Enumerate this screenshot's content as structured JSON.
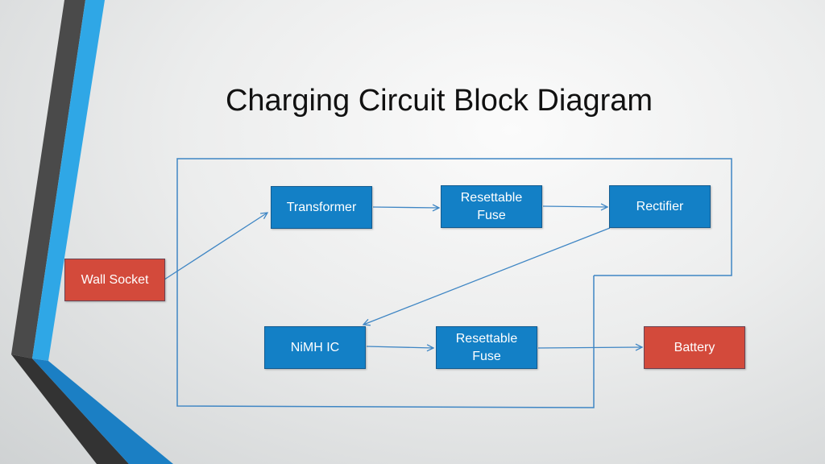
{
  "title": "Charging Circuit Block Diagram",
  "colors": {
    "block_blue": "#1380c6",
    "block_red": "#d34a3b",
    "wire": "#3f86c4",
    "accent_light_blue": "#2fa7e6",
    "accent_dark_gray": "#4a4a4a"
  },
  "blocks": {
    "wall_socket": "Wall Socket",
    "transformer": "Transformer",
    "fuse_top": "Resettable\nFuse",
    "rectifier": "Rectifier",
    "nimh_ic": "NiMH IC",
    "fuse_bottom": "Resettable\nFuse",
    "battery": "Battery"
  }
}
